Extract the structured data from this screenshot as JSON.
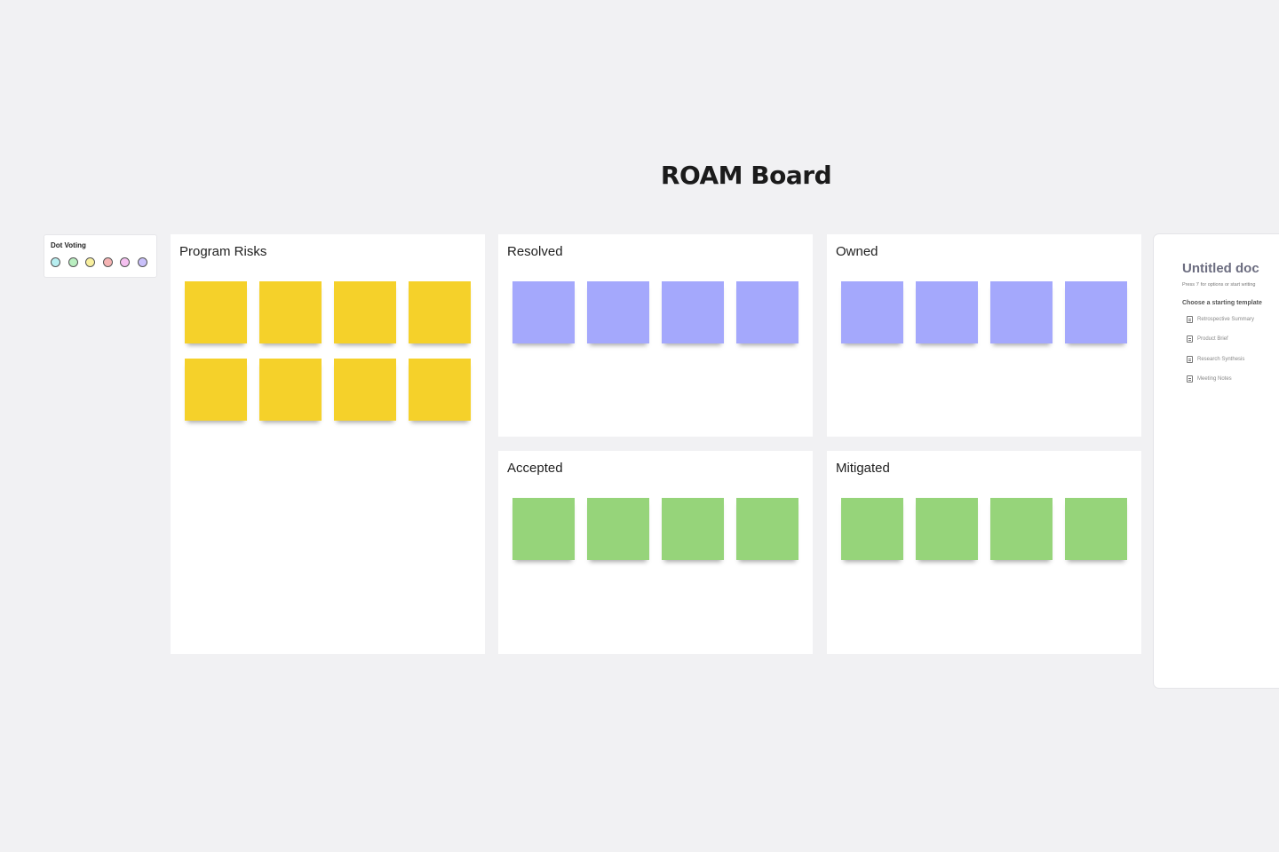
{
  "board": {
    "title": "ROAM Board"
  },
  "dot_voting": {
    "title": "Dot Voting",
    "dots": [
      {
        "name": "dot-teal",
        "fill": "#b7eef0"
      },
      {
        "name": "dot-green",
        "fill": "#b9eec0"
      },
      {
        "name": "dot-yellow",
        "fill": "#f8ef9e"
      },
      {
        "name": "dot-red",
        "fill": "#f5b3b3"
      },
      {
        "name": "dot-pink",
        "fill": "#f5c0f0"
      },
      {
        "name": "dot-purple",
        "fill": "#c9c0fa"
      }
    ]
  },
  "frames": {
    "program_risks": {
      "title": "Program Risks",
      "sticky_color": "#f5d12a",
      "sticky_count": 8
    },
    "resolved": {
      "title": "Resolved",
      "sticky_color": "#a4a8fc",
      "sticky_count": 4
    },
    "owned": {
      "title": "Owned",
      "sticky_color": "#a4a8fc",
      "sticky_count": 4
    },
    "accepted": {
      "title": "Accepted",
      "sticky_color": "#96d47a",
      "sticky_count": 4
    },
    "mitigated": {
      "title": "Mitigated",
      "sticky_color": "#96d47a",
      "sticky_count": 4
    }
  },
  "doc_panel": {
    "title": "Untitled doc",
    "hint": "Press '/' for options or start writing",
    "choose_label": "Choose a starting template",
    "templates": [
      "Retrospective Summary",
      "Product Brief",
      "Research Synthesis",
      "Meeting Notes"
    ]
  }
}
